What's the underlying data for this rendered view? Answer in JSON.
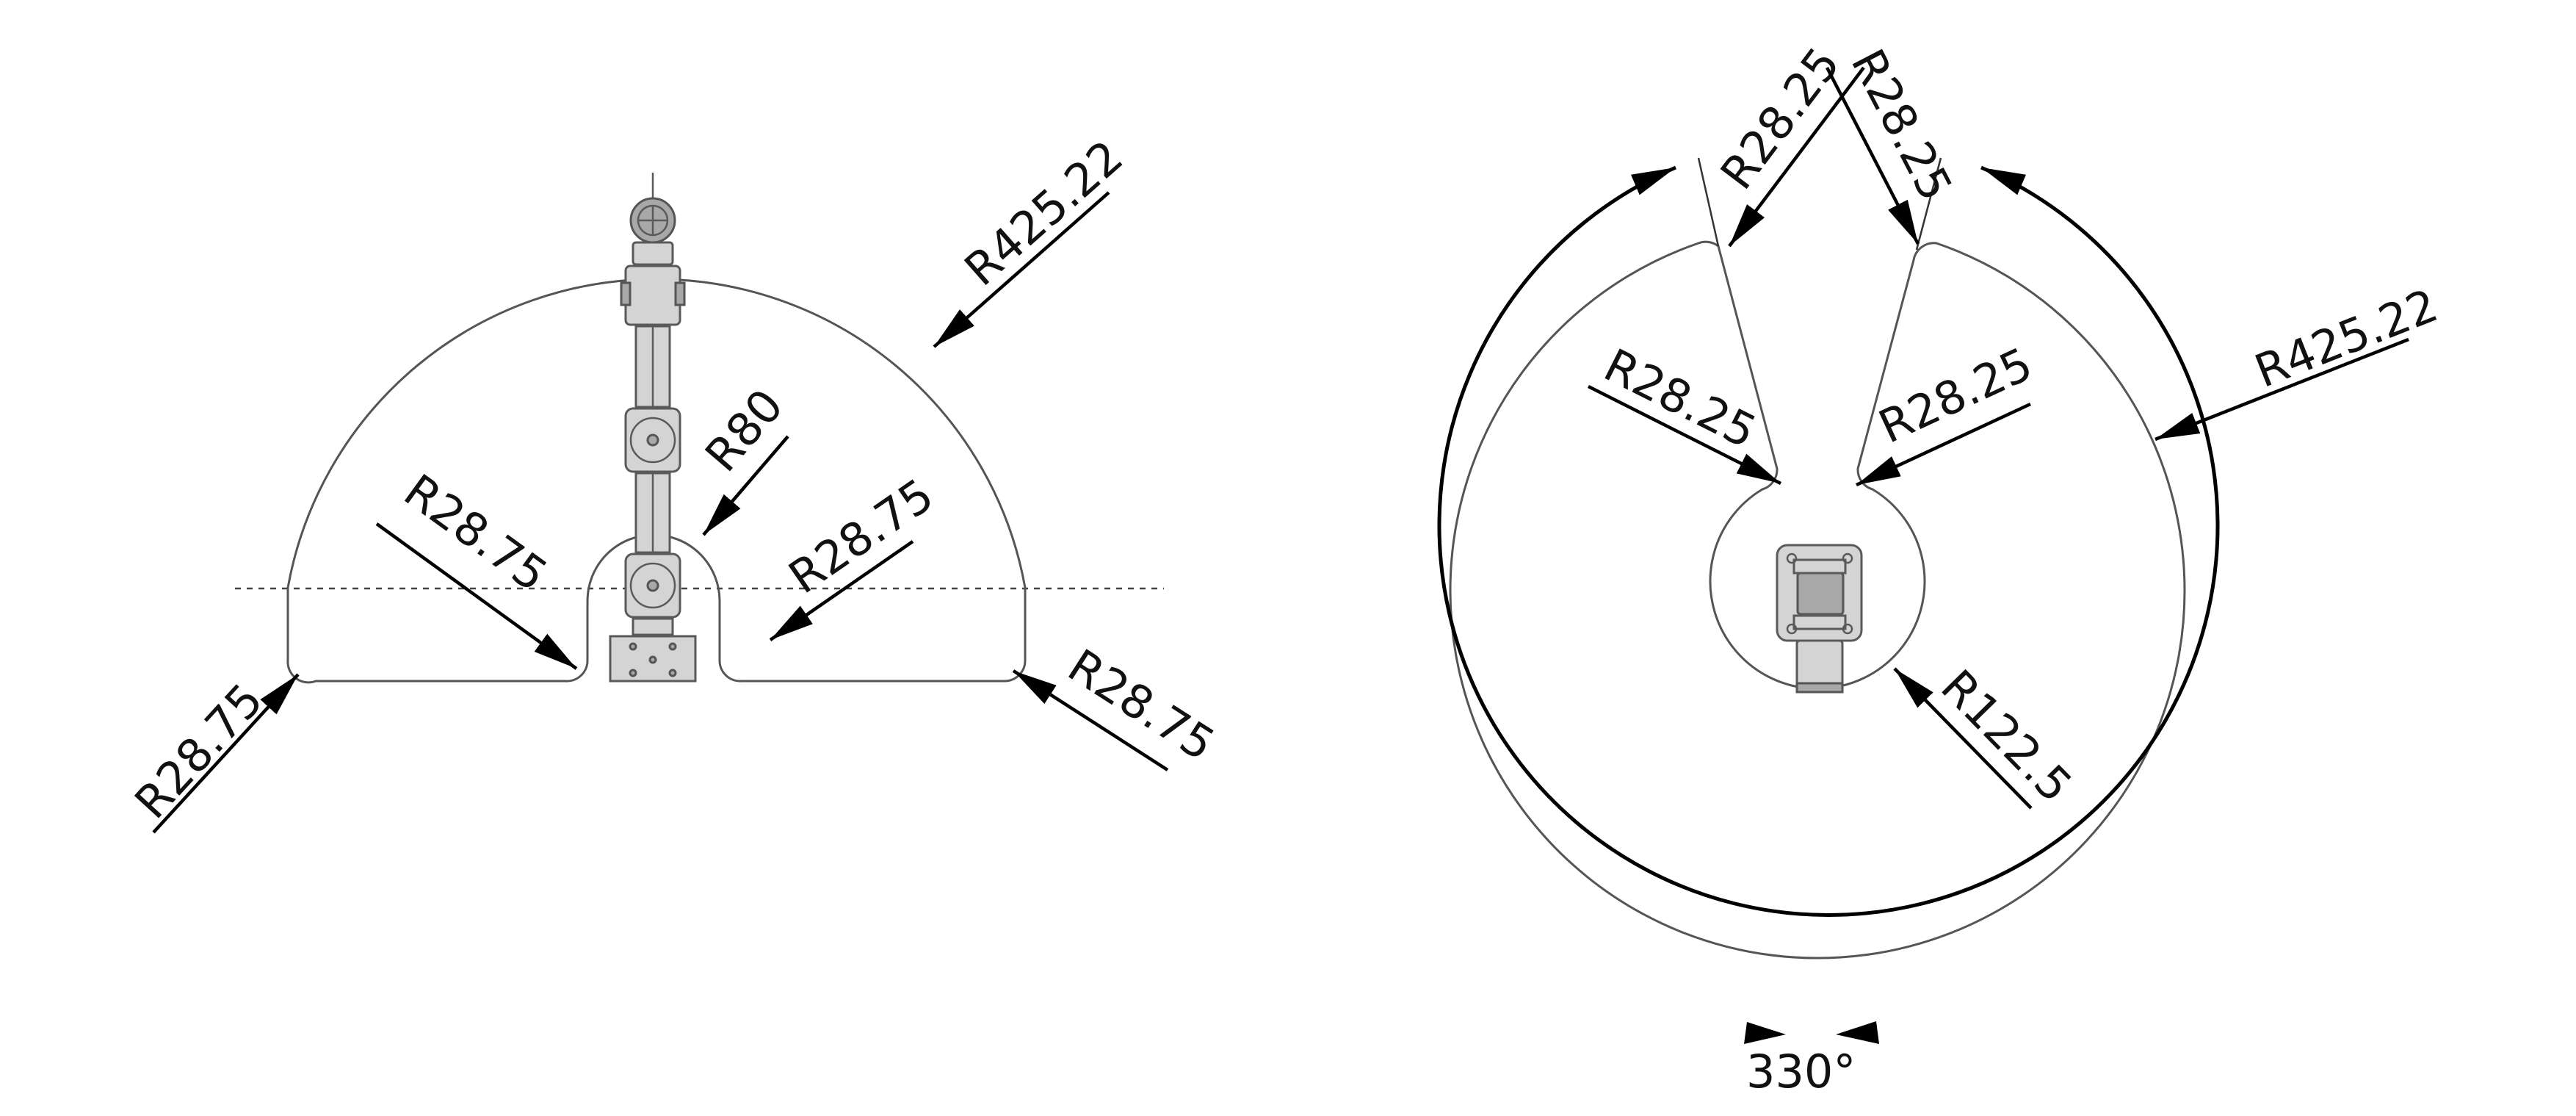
{
  "side_view": {
    "outer_radius_label": "R425.22",
    "base_arch_label": "R80",
    "inner_fillet_left_label": "R28.75",
    "inner_fillet_right_label": "R28.75",
    "outer_fillet_left_label": "R28.75",
    "outer_fillet_right_label": "R28.75"
  },
  "top_view": {
    "slot_top_left_label": "R28.25",
    "slot_top_right_label": "R28.25",
    "slot_neck_left_label": "R28.25",
    "slot_neck_right_label": "R28.25",
    "outer_radius_label": "R425.22",
    "inner_radius_label": "R122.5",
    "rotation_angle_label": "330°"
  }
}
